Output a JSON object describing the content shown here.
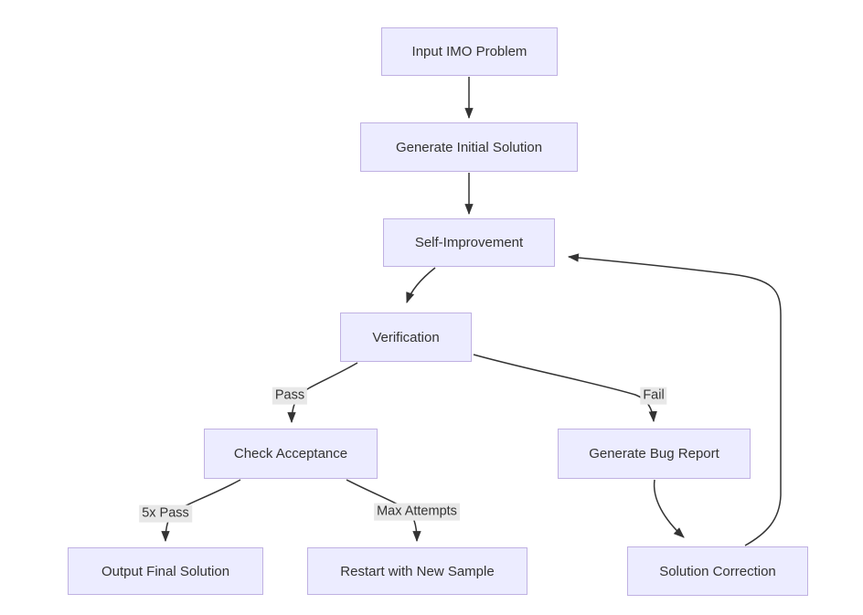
{
  "diagram": {
    "type": "flowchart",
    "direction": "top-down",
    "colors": {
      "canvas_bg": "#ffffff",
      "node_fill": "#ECECFF",
      "node_border": "#c0b1e2",
      "node_text": "#333333",
      "edge_color": "#333333",
      "edge_label_bg": "#e8e8e8",
      "edge_label_text": "#333333"
    },
    "nodes": {
      "input_imo_problem": {
        "label": "Input IMO Problem"
      },
      "generate_initial_solution": {
        "label": "Generate Initial Solution"
      },
      "self_improvement": {
        "label": "Self-Improvement"
      },
      "verification": {
        "label": "Verification"
      },
      "check_acceptance": {
        "label": "Check Acceptance"
      },
      "generate_bug_report": {
        "label": "Generate Bug Report"
      },
      "output_final_solution": {
        "label": "Output Final Solution"
      },
      "restart_with_new_sample": {
        "label": "Restart with New Sample"
      },
      "solution_correction": {
        "label": "Solution Correction"
      }
    },
    "edges": [
      {
        "from": "input_imo_problem",
        "to": "generate_initial_solution",
        "label": ""
      },
      {
        "from": "generate_initial_solution",
        "to": "self_improvement",
        "label": ""
      },
      {
        "from": "self_improvement",
        "to": "verification",
        "label": ""
      },
      {
        "from": "verification",
        "to": "check_acceptance",
        "label": "Pass"
      },
      {
        "from": "verification",
        "to": "generate_bug_report",
        "label": "Fail"
      },
      {
        "from": "check_acceptance",
        "to": "output_final_solution",
        "label": "5x Pass"
      },
      {
        "from": "check_acceptance",
        "to": "restart_with_new_sample",
        "label": "Max Attempts"
      },
      {
        "from": "generate_bug_report",
        "to": "solution_correction",
        "label": ""
      },
      {
        "from": "solution_correction",
        "to": "self_improvement",
        "label": ""
      }
    ]
  }
}
